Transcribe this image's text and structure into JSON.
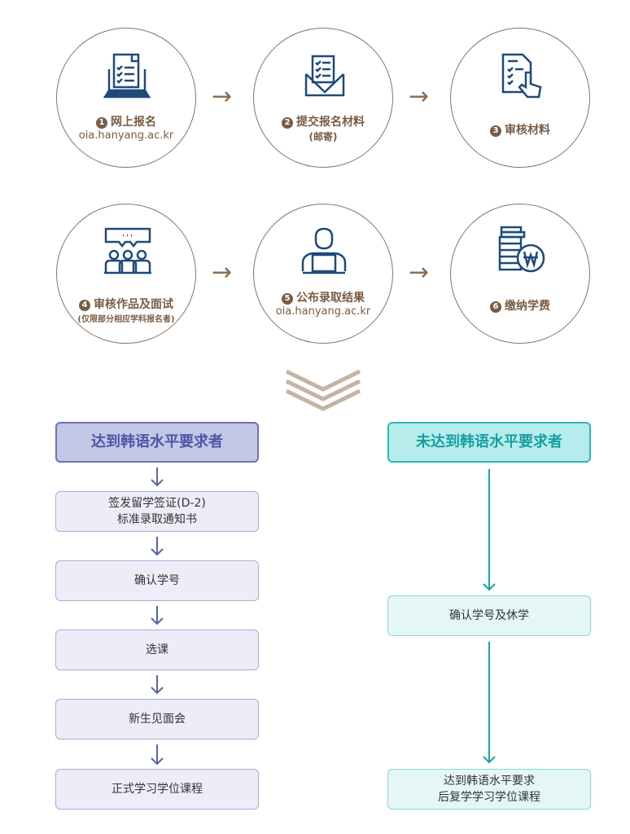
{
  "steps": [
    {
      "num": "1",
      "label": "网上报名",
      "sub": "oia.hanyang.ac.kr",
      "icon": "laptop-checklist-icon"
    },
    {
      "num": "2",
      "label": "提交报名材料",
      "sub": "(邮寄)",
      "icon": "envelope-document-icon"
    },
    {
      "num": "3",
      "label": "审核材料",
      "icon": "document-hand-icon"
    },
    {
      "num": "4",
      "label": "审核作品及面试",
      "sub": "(仅限部分相应学科报名者)",
      "icon": "interview-group-icon"
    },
    {
      "num": "5",
      "label": "公布录取结果",
      "sub": "oia.hanyang.ac.kr",
      "icon": "person-laptop-icon"
    },
    {
      "num": "6",
      "label": "缴纳学费",
      "icon": "coins-won-icon"
    }
  ],
  "left": {
    "header": "达到韩语水平要求者",
    "items": [
      "签发留学签证(D-2)\n标准录取通知书",
      "确认学号",
      "选课",
      "新生见面会",
      "正式学习学位课程"
    ]
  },
  "right": {
    "header": "未达到韩语水平要求者",
    "items": [
      "确认学号及休学",
      "达到韩语水平要求\n后复学学习学位课程"
    ]
  },
  "colors": {
    "brown": "#7a5c44",
    "navy": "#1e4a7a",
    "purple": "#5a64a8",
    "teal": "#1aa3a0"
  }
}
